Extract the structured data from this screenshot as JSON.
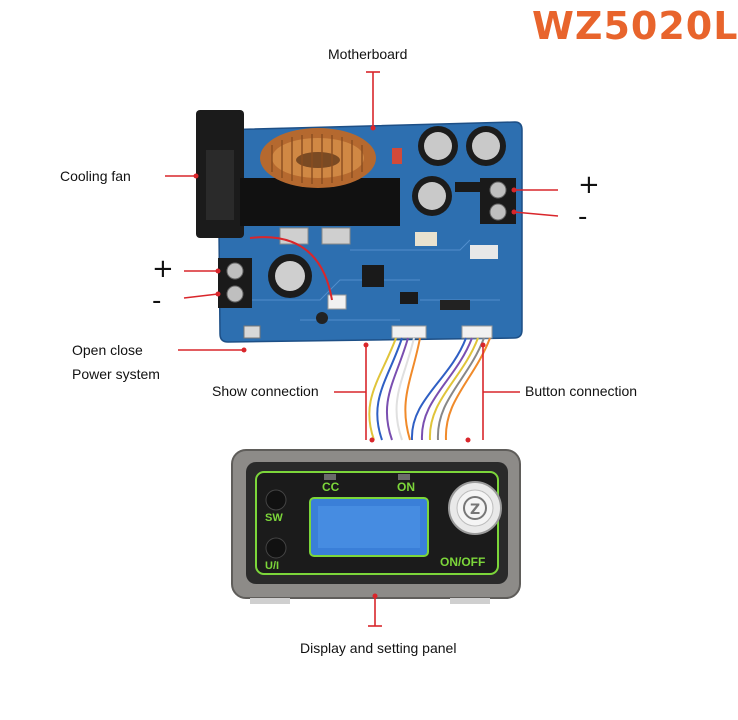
{
  "title": "WZ5020L",
  "labels": {
    "motherboard": "Motherboard",
    "cooling_fan": "Cooling fan",
    "open_close_1": "Open close",
    "open_close_2": "Power system",
    "show_connection": "Show connection",
    "button_connection": "Button connection",
    "display_panel": "Display and setting panel"
  },
  "signs": {
    "out_plus": "+",
    "out_minus": "-",
    "in_plus": "+",
    "in_minus": "-"
  },
  "panel": {
    "cc": "CC",
    "on": "ON",
    "sw": "SW",
    "ui": "U/I",
    "onoff": "ON/OFF"
  },
  "colors": {
    "accent_red": "#d9262b",
    "title_orange": "#e8642c",
    "pcb_blue": "#2d6fb0",
    "panel_green": "#7cd63a",
    "panel_gray": "#8d8b88",
    "screen_blue": "#3a7fd8"
  }
}
